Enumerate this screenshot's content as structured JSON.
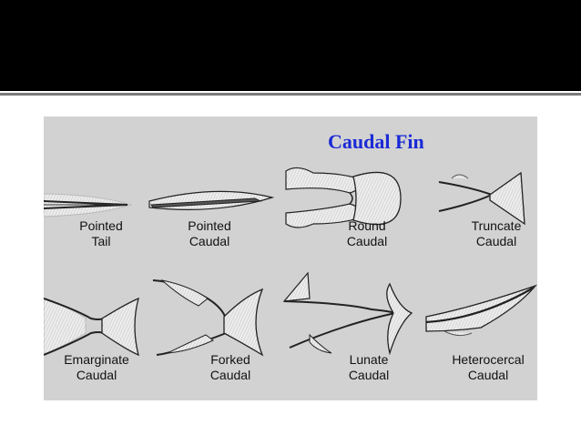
{
  "slide": {
    "diagram_title": "Caudal Fin",
    "fins": [
      {
        "id": "pointed-tail",
        "line1": "Pointed",
        "line2": "Tail"
      },
      {
        "id": "pointed-caudal",
        "line1": "Pointed",
        "line2": "Caudal"
      },
      {
        "id": "round-caudal",
        "line1": "Round",
        "line2": "Caudal"
      },
      {
        "id": "truncate-caudal",
        "line1": "Truncate",
        "line2": "Caudal"
      },
      {
        "id": "emarginate-caudal",
        "line1": "Emarginate",
        "line2": "Caudal"
      },
      {
        "id": "forked-caudal",
        "line1": "Forked",
        "line2": "Caudal"
      },
      {
        "id": "lunate-caudal",
        "line1": "Lunate",
        "line2": "Caudal"
      },
      {
        "id": "heterocercal-caudal",
        "line1": "Heterocercal",
        "line2": "Caudal"
      }
    ]
  },
  "colors": {
    "header_band": "#000000",
    "panel_background": "#d2d2d2",
    "title": "#1a2ad6",
    "fin_fill": "#ececec",
    "outline": "#222222"
  }
}
